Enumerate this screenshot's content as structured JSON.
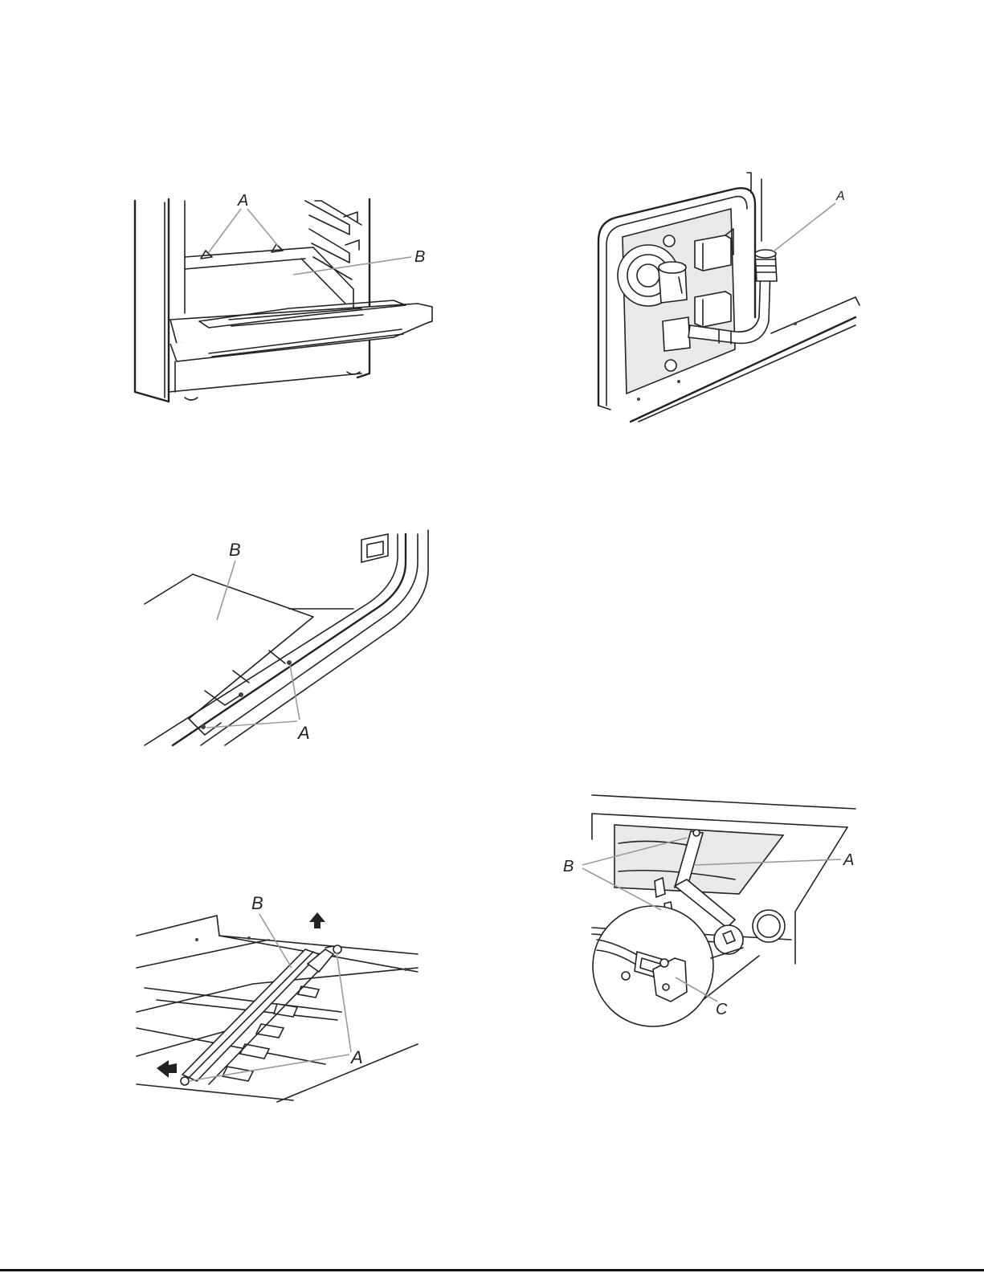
{
  "figures": {
    "oven_interior": {
      "label_a": "A",
      "label_b": "B"
    },
    "element_connector": {
      "label_a": "A"
    },
    "floor_panel": {
      "label_a": "A",
      "label_b": "B"
    },
    "bake_element": {
      "label_a": "A",
      "label_b": "B"
    },
    "door_hinge": {
      "label_a": "A",
      "label_b": "B",
      "label_c": "C"
    }
  }
}
